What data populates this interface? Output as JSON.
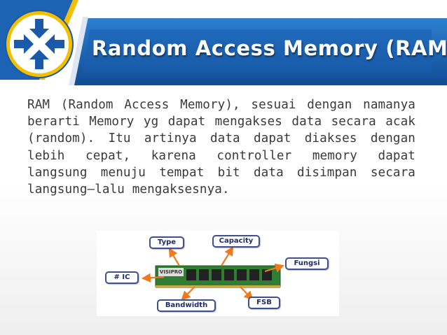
{
  "slide": {
    "title": "Random Access Memory (RAM)",
    "body": "RAM (Random Access Memory), sesuai dengan namanya berarti Memory yg dapat mengakses data secara acak (random). Itu artinya data dapat diakses dengan lebih cepat, karena controller memory dapat langsung menuju tempat bit data disimpan secara langsung–lalu mengaksesnya."
  },
  "icons": {
    "logo": "four-arrows-converging-icon"
  },
  "diagram": {
    "labels": {
      "type": "Type",
      "capacity": "Capacity",
      "fungsi": "Fungsi",
      "ic": "# IC",
      "bandwidth": "Bandwidth",
      "fsb": "FSB"
    },
    "module_brand": "VISIPRO"
  },
  "colors": {
    "header_blue": "#1c63b4",
    "logo_ring": "#f2c000",
    "arrow_orange": "#f07a1c",
    "module_green": "#2f7d32"
  }
}
